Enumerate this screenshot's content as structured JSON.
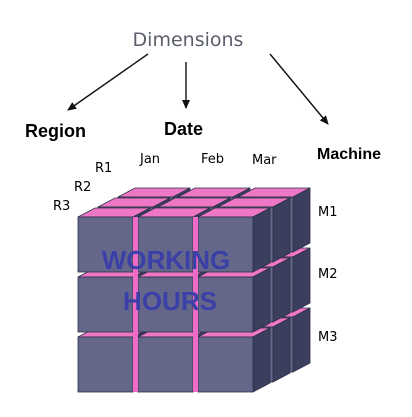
{
  "title": "Dimensions",
  "dimensions": {
    "region": "Region",
    "date": "Date",
    "machine": "Machine"
  },
  "region_labels": [
    "R1",
    "R2",
    "R3"
  ],
  "date_labels": [
    "Jan",
    "Feb",
    "Mar"
  ],
  "machine_labels": [
    "M1",
    "M2",
    "M3"
  ],
  "measure": {
    "line1": "WORKING",
    "line2": "HOURS"
  },
  "colors": {
    "cube_front": "#65678a",
    "cube_side": "#3c3e5e",
    "cube_top": "#ee77c6",
    "divider": "#f06ac8",
    "measure_text": "#3a40a8",
    "title_text": "#5a5f6a"
  }
}
